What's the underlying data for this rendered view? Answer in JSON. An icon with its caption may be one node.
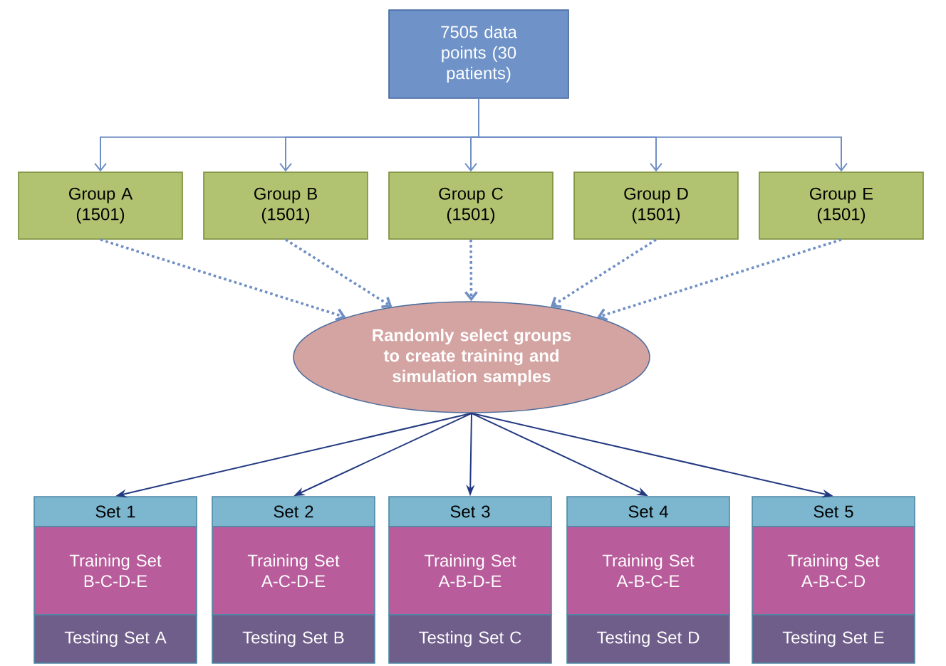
{
  "diagram": {
    "nodes": [
      {
        "text": [
          "7505 data points (30 patients)"
        ]
      },
      {
        "text": [
          "Group A (1501)"
        ]
      },
      {
        "text": [
          "Group B (1501)"
        ]
      },
      {
        "text": [
          "Group C (1501)"
        ]
      },
      {
        "text": [
          "Group D (1501)"
        ]
      },
      {
        "text": [
          "Group E (1501)"
        ]
      },
      {
        "text": [
          "Randomly select groups to create training and simulation samples"
        ]
      },
      {
        "text": [
          "Set 1"
        ]
      },
      {
        "text": [
          "Training Set B-C-D-E"
        ]
      },
      {
        "text": [
          "Testing Set A"
        ]
      },
      {
        "text": [
          "Set 2"
        ]
      },
      {
        "text": [
          "Training Set A-C-D-E"
        ]
      },
      {
        "text": [
          "Testing Set B"
        ]
      },
      {
        "text": [
          "Set 3"
        ]
      },
      {
        "text": [
          "Training Set A-B-D-E"
        ]
      },
      {
        "text": [
          "Testing Set C"
        ]
      },
      {
        "text": [
          "Set 4"
        ]
      },
      {
        "text": [
          "Training Set A-B-C-E"
        ]
      },
      {
        "text": [
          "Testing Set D"
        ]
      },
      {
        "text": [
          "Set 5"
        ]
      },
      {
        "text": [
          "Training Set A-B-C-D"
        ]
      },
      {
        "text": [
          "Testing Set E"
        ]
      }
    ],
    "edges": [
      {
        "from": 0,
        "to": 1,
        "arrow": "to"
      },
      {
        "from": 0,
        "to": 2,
        "arrow": "to"
      },
      {
        "from": 0,
        "to": 3,
        "arrow": "to"
      },
      {
        "from": 0,
        "to": 4,
        "arrow": "to"
      },
      {
        "from": 0,
        "to": 5,
        "arrow": "to"
      },
      {
        "from": 1,
        "to": 6,
        "arrow": "to",
        "style": "dashed"
      },
      {
        "from": 2,
        "to": 6,
        "arrow": "to",
        "style": "dashed"
      },
      {
        "from": 3,
        "to": 6,
        "arrow": "to",
        "style": "dashed"
      },
      {
        "from": 4,
        "to": 6,
        "arrow": "to",
        "style": "dashed"
      },
      {
        "from": 5,
        "to": 6,
        "arrow": "to",
        "style": "dashed"
      },
      {
        "from": 6,
        "to": 7,
        "arrow": "to",
        "color": "#233a80"
      },
      {
        "from": 6,
        "to": 10,
        "arrow": "to",
        "color": "#233a80"
      },
      {
        "from": 6,
        "to": 13,
        "arrow": "to",
        "color": "#233a80"
      },
      {
        "from": 6,
        "to": 16,
        "arrow": "to",
        "color": "#233a80"
      },
      {
        "from": 6,
        "to": 19,
        "arrow": "to",
        "color": "#233a80"
      }
    ]
  }
}
